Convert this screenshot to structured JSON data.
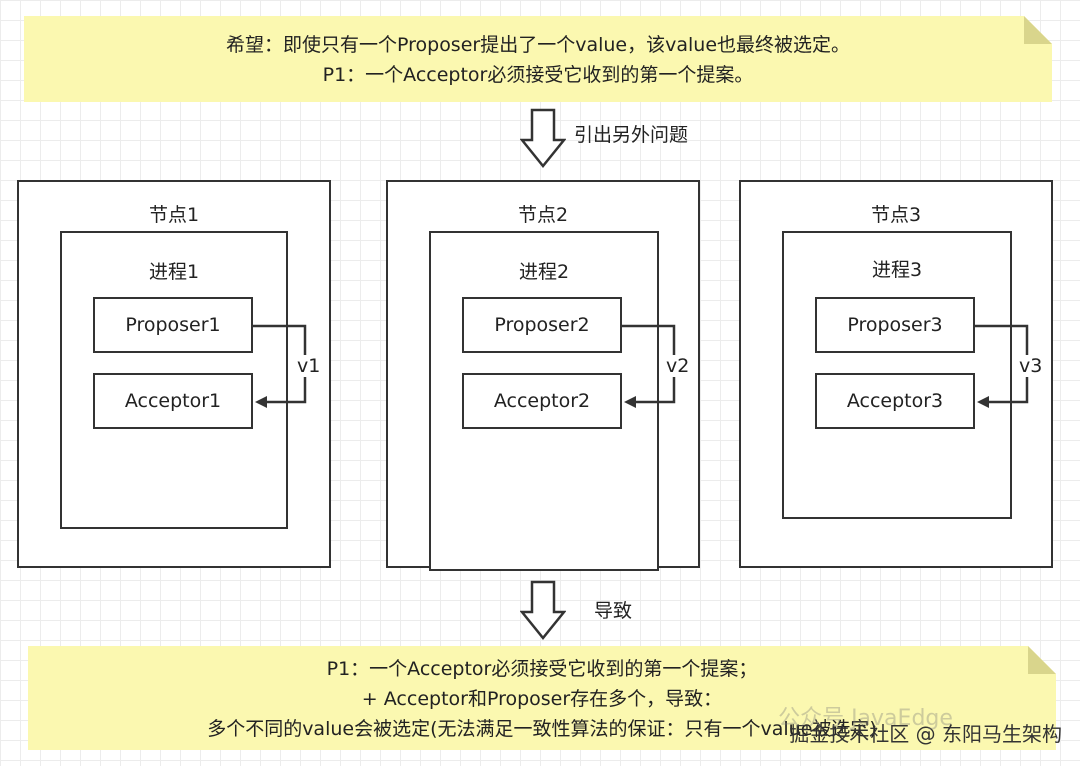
{
  "top_note": {
    "line1": "希望：即使只有一个Proposer提出了一个value，该value也最终被选定。",
    "line2": "P1：一个Acceptor必须接受它收到的第一个提案。"
  },
  "arrow1_label": "引出另外问题",
  "nodes": [
    {
      "title": "节点1",
      "process": "进程1",
      "proposer": "Proposer1",
      "acceptor": "Acceptor1",
      "value": "v1"
    },
    {
      "title": "节点2",
      "process": "进程2",
      "proposer": "Proposer2",
      "acceptor": "Acceptor2",
      "value": "v2"
    },
    {
      "title": "节点3",
      "process": "进程3",
      "proposer": "Proposer3",
      "acceptor": "Acceptor3",
      "value": "v3"
    }
  ],
  "arrow2_label": "导致",
  "bottom_note": {
    "line1": "P1：一个Acceptor必须接受它收到的第一个提案；",
    "line2": "+ Acceptor和Proposer存在多个，导致：",
    "line3": "多个不同的value会被选定(无法满足一致性算法的保证：只有一个value被选定)"
  },
  "watermark": {
    "faint": "公众号 JavaEdge",
    "main": "掘金技术社区 @ 东阳马生架构"
  },
  "colors": {
    "note_fill": "#fbf8b0",
    "stroke": "#333333"
  }
}
